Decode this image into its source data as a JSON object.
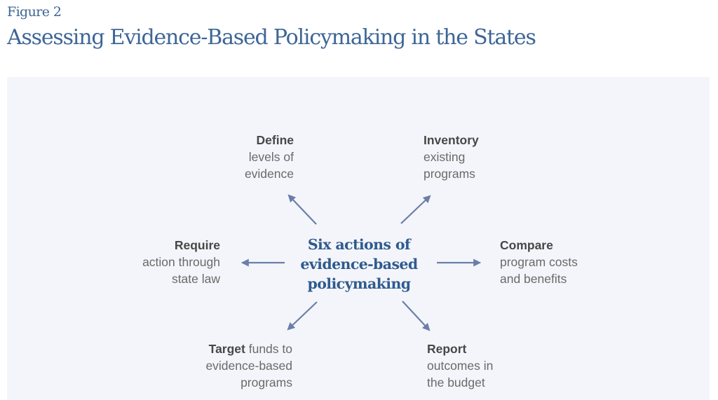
{
  "figure": {
    "label": "Figure 2",
    "title": "Assessing Evidence-Based Policymaking in the States"
  },
  "diagram": {
    "center": {
      "lines": [
        "Six actions of",
        "evidence-based",
        "policymaking"
      ]
    },
    "nodes": [
      {
        "id": "define",
        "head": "Define",
        "lines": [
          "levels of",
          "evidence"
        ]
      },
      {
        "id": "inventory",
        "head": "Inventory",
        "lines": [
          "existing",
          "programs"
        ]
      },
      {
        "id": "require",
        "head": "Require",
        "lines": [
          "action through",
          "state law"
        ]
      },
      {
        "id": "compare",
        "head": "Compare",
        "lines": [
          "program costs",
          "and benefits"
        ]
      },
      {
        "id": "target",
        "head": "Target",
        "head_suffix": " funds to",
        "lines": [
          "evidence-based",
          "programs"
        ]
      },
      {
        "id": "report",
        "head": "Report",
        "lines": [
          "outcomes in",
          "the budget"
        ]
      }
    ],
    "colors": {
      "title": "#3d6696",
      "center_text": "#2f5b8f",
      "arrow": "#6a7fa8",
      "panel_bg": "#f4f5fa",
      "label_head": "#474747",
      "label_text": "#6a6a6a"
    }
  }
}
